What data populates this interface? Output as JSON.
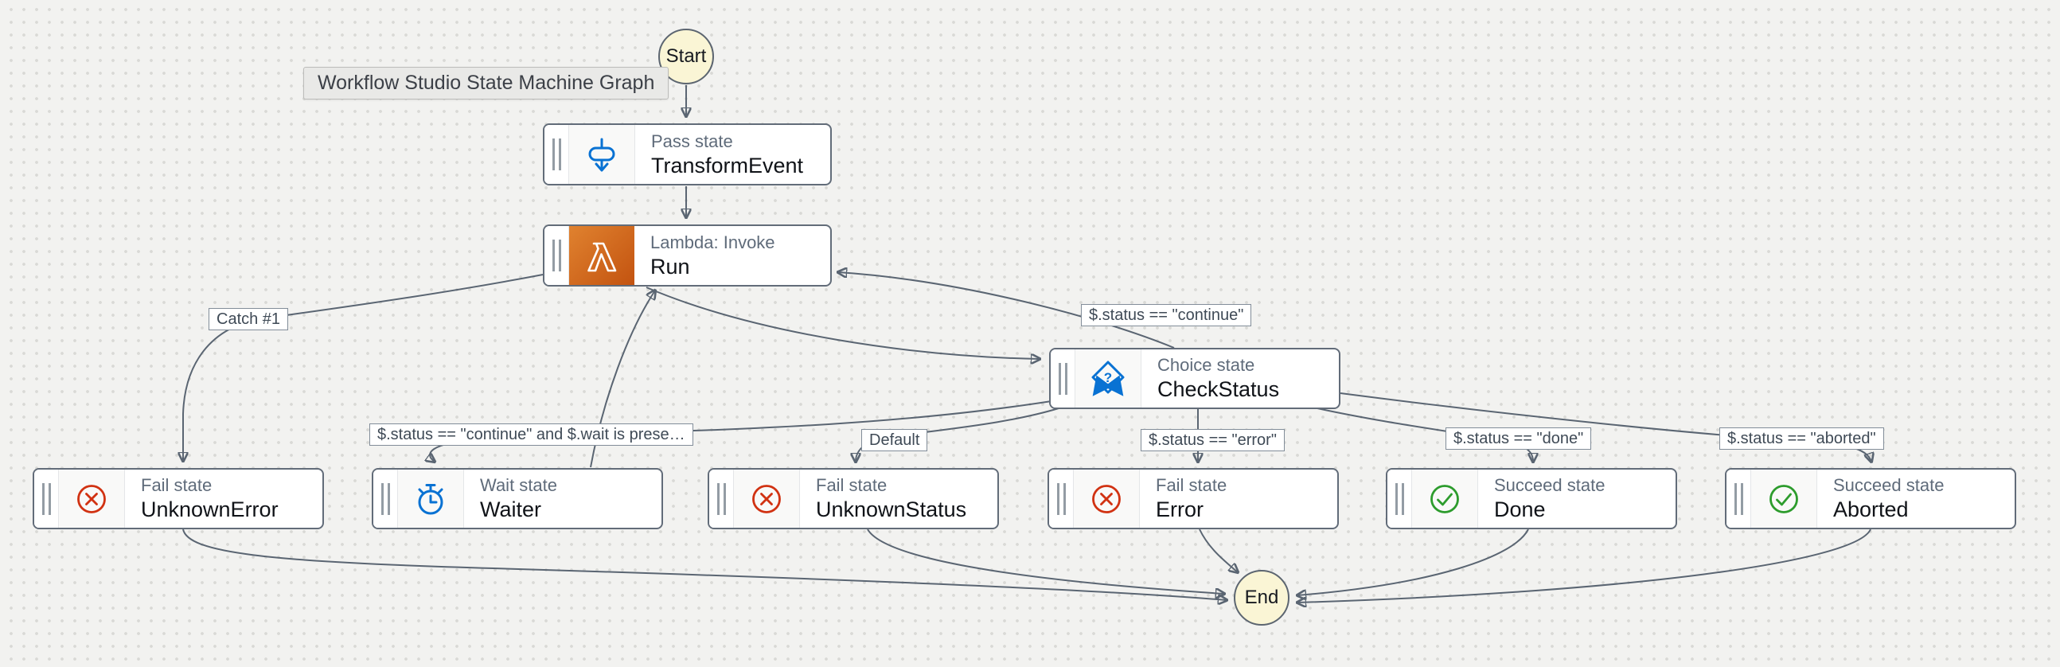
{
  "canvas": {
    "tooltip": "Workflow Studio State Machine Graph"
  },
  "terminals": {
    "start": "Start",
    "end": "End"
  },
  "states": [
    {
      "type_label": "Pass state",
      "name": "TransformEvent"
    },
    {
      "type_label": "Lambda: Invoke",
      "name": "Run"
    },
    {
      "type_label": "Choice state",
      "name": "CheckStatus"
    },
    {
      "type_label": "Fail state",
      "name": "UnknownError"
    },
    {
      "type_label": "Wait state",
      "name": "Waiter"
    },
    {
      "type_label": "Fail state",
      "name": "UnknownStatus"
    },
    {
      "type_label": "Fail state",
      "name": "Error"
    },
    {
      "type_label": "Succeed state",
      "name": "Done"
    },
    {
      "type_label": "Succeed state",
      "name": "Aborted"
    }
  ],
  "edge_labels": [
    {
      "text": "Catch #1"
    },
    {
      "text": "$.status == \"continue\""
    },
    {
      "text": "$.status == \"continue\" and $.wait is prese…"
    },
    {
      "text": "Default"
    },
    {
      "text": "$.status == \"error\""
    },
    {
      "text": "$.status == \"done\""
    },
    {
      "text": "$.status == \"aborted\""
    }
  ],
  "edges": [
    {
      "from": "Start",
      "to": "TransformEvent"
    },
    {
      "from": "TransformEvent",
      "to": "Run"
    },
    {
      "from": "Run",
      "to": "UnknownError",
      "label": "Catch #1"
    },
    {
      "from": "Run",
      "to": "CheckStatus"
    },
    {
      "from": "CheckStatus",
      "to": "Run",
      "label": "$.status == \"continue\""
    },
    {
      "from": "CheckStatus",
      "to": "Waiter",
      "label": "$.status == \"continue\" and $.wait is prese…"
    },
    {
      "from": "Waiter",
      "to": "Run"
    },
    {
      "from": "CheckStatus",
      "to": "UnknownStatus",
      "label": "Default"
    },
    {
      "from": "CheckStatus",
      "to": "Error",
      "label": "$.status == \"error\""
    },
    {
      "from": "CheckStatus",
      "to": "Done",
      "label": "$.status == \"done\""
    },
    {
      "from": "CheckStatus",
      "to": "Aborted",
      "label": "$.status == \"aborted\""
    },
    {
      "from": "UnknownError",
      "to": "End"
    },
    {
      "from": "UnknownStatus",
      "to": "End"
    },
    {
      "from": "Error",
      "to": "End"
    },
    {
      "from": "Done",
      "to": "End"
    },
    {
      "from": "Aborted",
      "to": "End"
    }
  ],
  "colors": {
    "accent_blue": "#0972d3",
    "fail_red": "#d13212",
    "succeed_green": "#2d9c2d",
    "lambda_orange_start": "#e0822f",
    "lambda_orange_end": "#c35310",
    "edge_gray": "#5a6572",
    "node_border": "#626c79",
    "terminal_fill": "#faf5d5",
    "canvas_bg": "#f2f2f0"
  }
}
